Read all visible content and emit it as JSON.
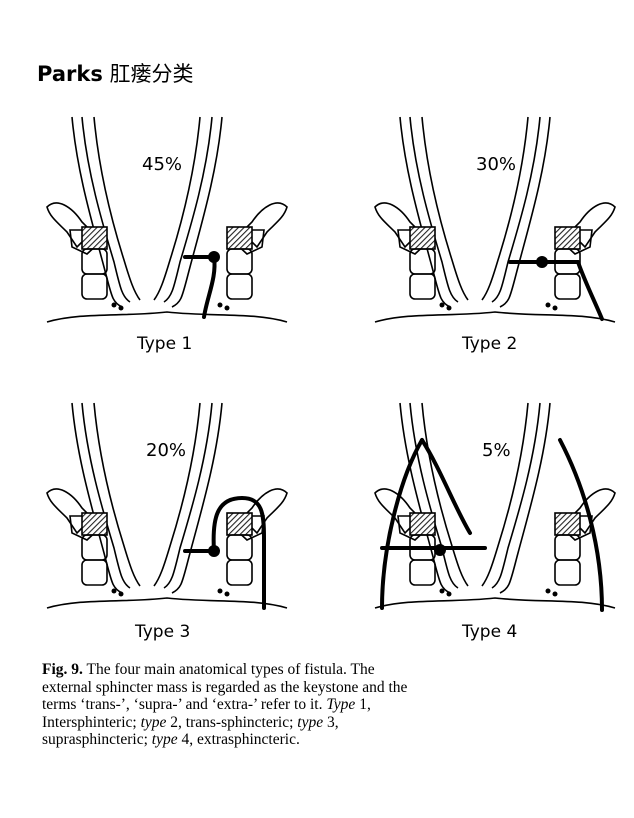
{
  "title": {
    "latin": "Parks",
    "cjk": "肛瘘分类"
  },
  "panels": [
    {
      "percent": "45%",
      "label": "Type 1"
    },
    {
      "percent": "30%",
      "label": "Type 2"
    },
    {
      "percent": "20%",
      "label": "Type 3"
    },
    {
      "percent": "5%",
      "label": "Type 4"
    }
  ],
  "caption": {
    "fig_label": "Fig. 9.",
    "line1_text": " The four main anatomical types of fistula. The",
    "line2": "external sphincter mass is regarded as the keystone and the",
    "line3_a": "terms ‘trans-’, ‘supra-’ and ‘extra-’ refer to it. ",
    "line3_type": "Type",
    "line3_b": " 1,",
    "line4_a": "Intersphinteric; ",
    "line4_type2": "type",
    "line4_b": " 2, trans-sphincteric; ",
    "line4_type3": "type",
    "line4_c": " 3,",
    "line5_a": "suprasphincteric; ",
    "line5_type": "type",
    "line5_b": " 4, extrasphincteric."
  },
  "colors": {
    "ink": "#000000",
    "hatch": "#333333",
    "paper": "#ffffff"
  }
}
